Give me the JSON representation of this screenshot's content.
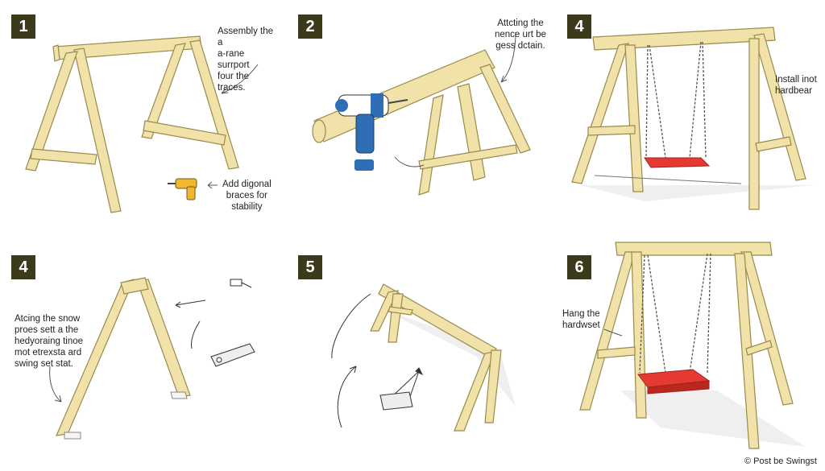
{
  "steps": [
    {
      "number": "1",
      "captions": [
        "Assembly the a\na-rane surrport\nfour the traces.",
        "Add digonal\nbraces for\nstability"
      ]
    },
    {
      "number": "2",
      "captions": [
        "Attcting the\nnence urt be\ngess dctain."
      ]
    },
    {
      "number": "4",
      "captions": [
        "Install inot\nhardbear"
      ]
    },
    {
      "number": "4",
      "captions": [
        "Atcing the snow\nproes sett a the\nhedyoraing tinoe\nmot etrexsta ard\nswing set stat."
      ]
    },
    {
      "number": "5",
      "captions": []
    },
    {
      "number": "6",
      "captions": [
        "Hang the\nhardwset"
      ]
    }
  ],
  "footer": "© Post be Swingst",
  "colors": {
    "wood": "#f0e2a8",
    "wood_edge": "#9a8a4a",
    "badge": "#3d3a1c",
    "seat": "#e53a33",
    "chain": "#555555",
    "drill_body": "#2f6db5",
    "drill_yellow": "#f2b72e"
  }
}
